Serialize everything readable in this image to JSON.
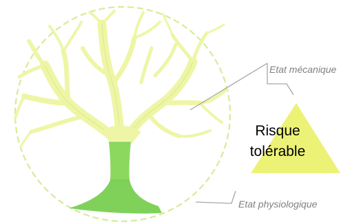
{
  "callouts": {
    "mechanical_state": "Etat mécanique",
    "physiological_state": "Etat physiologique"
  },
  "risk_triangle": {
    "line1": "Risque",
    "line2": "tolérable",
    "fill_color": "#ecf276"
  },
  "tree": {
    "crown_color": "#eef6a6",
    "crown_stroke": "#c9e07a",
    "trunk_color": "#7fd15a",
    "trunk_upper_color": "#8cd85f"
  },
  "colors": {
    "dashed_circle": "#d6eb98",
    "leader_line": "#a6a6a6",
    "label_text": "#808080"
  }
}
